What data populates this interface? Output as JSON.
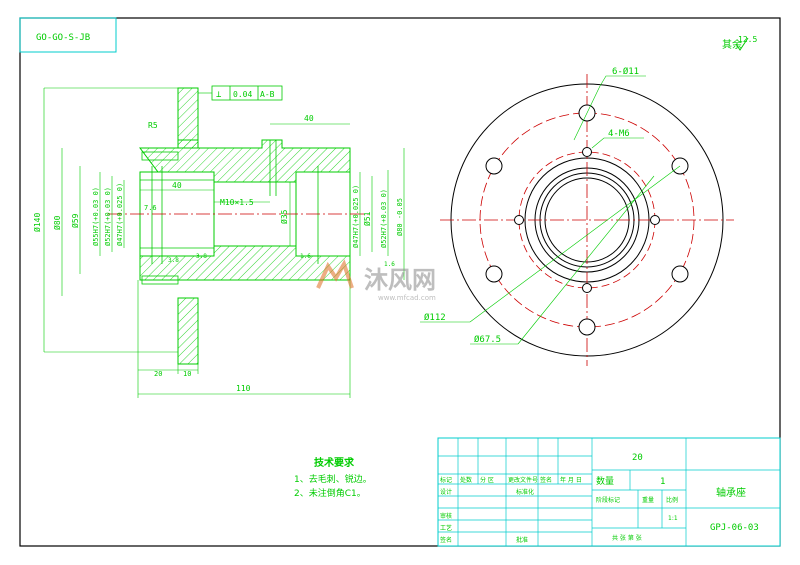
{
  "drawing_number_box": "GO-GO-S-JB",
  "roughness_note": "其余",
  "roughness_value": "12.5",
  "tolerance_frame": {
    "symbol": "⊥",
    "value": "0.04",
    "datum": "A-B"
  },
  "left_view": {
    "dims": {
      "d140": "Ø140",
      "d80": "Ø80",
      "d59": "Ø59",
      "d55": "Ø55H7(+0.03 0)",
      "d52": "Ø52H7(+0.03 0)",
      "d47": "Ø47H7(+0.025 0)",
      "d35": "Ø35",
      "d47b": "Ø47H7(+0.025 0)",
      "d51": "Ø51",
      "d52b": "Ø52H7(+0.03 0)",
      "d80b": "Ø80 -0.05",
      "len40_top": "40",
      "len40_mid": "40",
      "len110": "110",
      "len20": "20",
      "len10": "10",
      "thread": "M10×1.5",
      "r5": "R5",
      "dim76": "7.6",
      "dim38a": "3.8",
      "dim38b": "3.8",
      "dim16": "1.6",
      "dim16b": "1.6"
    }
  },
  "right_view": {
    "holes_label": "6-Ø11",
    "threads_label": "4-M6",
    "d112": "Ø112",
    "d675": "Ø67.5"
  },
  "watermark": {
    "brand": "沐风网",
    "url": "www.mfcad.com"
  },
  "tech_req": {
    "title": "技术要求",
    "items": [
      "1、去毛刺、锐边。",
      "2、未注倒角C1。"
    ]
  },
  "title_block": {
    "material": "20",
    "quantity_label": "数量",
    "quantity_value": "1",
    "part_name": "轴承座",
    "drawing_no": "GPJ-06-03",
    "stage_label": "阶段标记",
    "weight_label": "重量",
    "scale_label": "比例",
    "scale_value": "1:1",
    "design_label": "设计",
    "standard_label": "标准化",
    "check_label": "审核",
    "process_label": "工艺",
    "approve_label": "批准",
    "sign_label": "签名",
    "date_label": "年 月 日",
    "marks": [
      "标记",
      "处数",
      "分 区",
      "更改文件号",
      "签名",
      "年 月 日"
    ],
    "sheet_marks": "共 张 第 张"
  }
}
